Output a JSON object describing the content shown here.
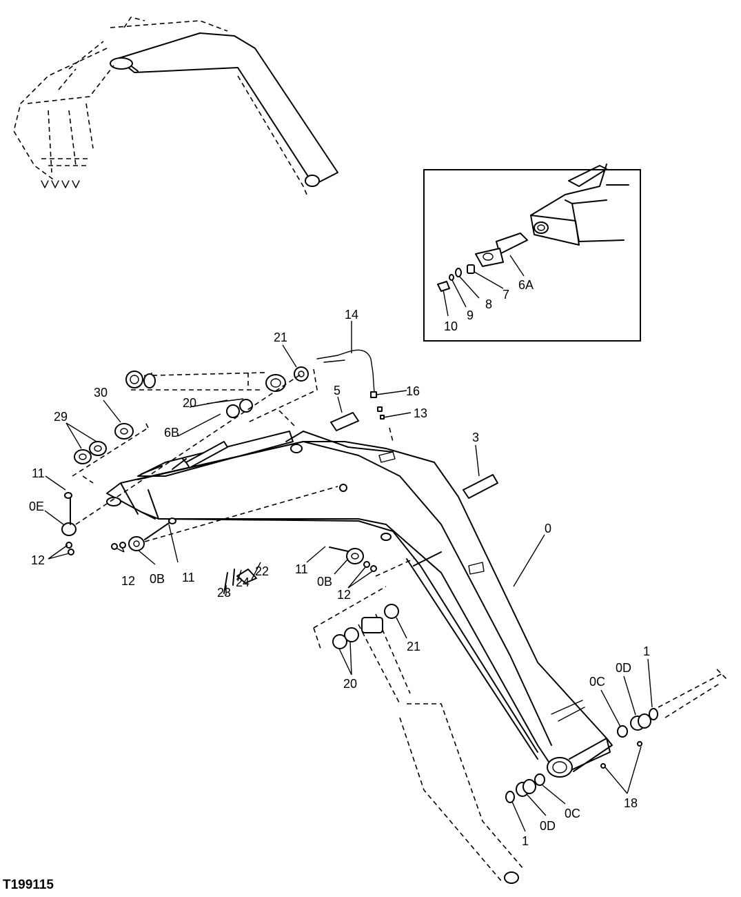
{
  "figure_code": "T199115",
  "callouts": {
    "c0": "0",
    "c0b_left": "0B",
    "c0b_mid": "0B",
    "c0c_upper": "0C",
    "c0c_lower": "0C",
    "c0d_upper": "0D",
    "c0d_lower": "0D",
    "c0e": "0E",
    "c1_upper": "1",
    "c1_lower": "1",
    "c3": "3",
    "c5": "5",
    "c6a": "6A",
    "c6b": "6B",
    "c7": "7",
    "c8": "8",
    "c9": "9",
    "c10": "10",
    "c11_top": "11",
    "c11_left": "11",
    "c11_mid": "11",
    "c12_left": "12",
    "c12_bottom": "12",
    "c12_mid": "12",
    "c13": "13",
    "c14": "14",
    "c16": "16",
    "c18": "18",
    "c20_upper": "20",
    "c20_lower": "20",
    "c21_upper": "21",
    "c21_lower": "21",
    "c22": "22",
    "c23": "23",
    "c24": "24",
    "c29": "29",
    "c30": "30"
  }
}
